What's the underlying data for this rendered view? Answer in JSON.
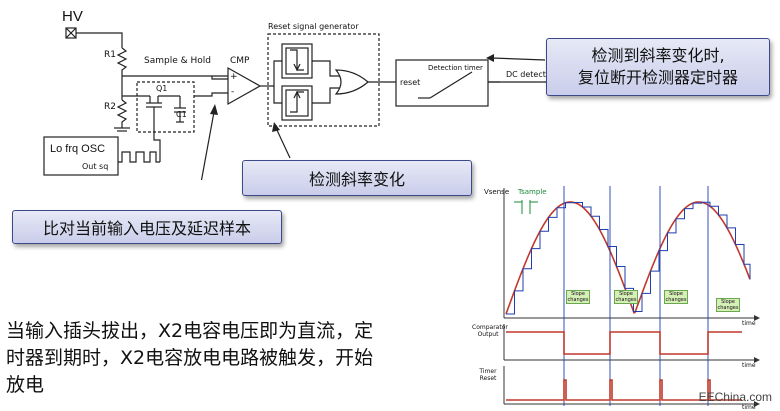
{
  "circuit": {
    "hv": "HV",
    "r1": "R1",
    "r2": "R2",
    "sample_hold": "Sample & Hold",
    "q1": "Q1",
    "c1": "C1",
    "cmp": "CMP",
    "cmp_plus": "+",
    "cmp_minus": "-",
    "osc_title": "Lo frq OSC",
    "osc_out": "Out sq",
    "reset_gen": "Reset signal generator",
    "reset": "reset",
    "detection_timer": "Detection timer",
    "dc_detect": "DC detect"
  },
  "callouts": {
    "right_line1": "检测到斜率变化时,",
    "right_line2": "复位断开检测器定时器",
    "middle": "检测斜率变化",
    "left": "比对当前输入电压及延迟样本"
  },
  "paragraph": {
    "line1": "当输入插头拔出，X2电容电压即为直流，定",
    "line2": "时器到期时，X2电容放电电路被触发，开始",
    "line3": "放电"
  },
  "waveform": {
    "vsense": "Vsense",
    "tsample": "Tsample",
    "slope_changes": "Slope changes",
    "time": "time",
    "comparator_output": "Comparator Output",
    "timer_reset": "Timer Reset"
  },
  "watermark": "EEChina.com",
  "colors": {
    "sine": "#c0392b",
    "staircase": "#1f3fae",
    "pulse_red": "#c0392b",
    "callout_border": "#3c4a8a",
    "slope_label_bg": "#d5efb6"
  }
}
